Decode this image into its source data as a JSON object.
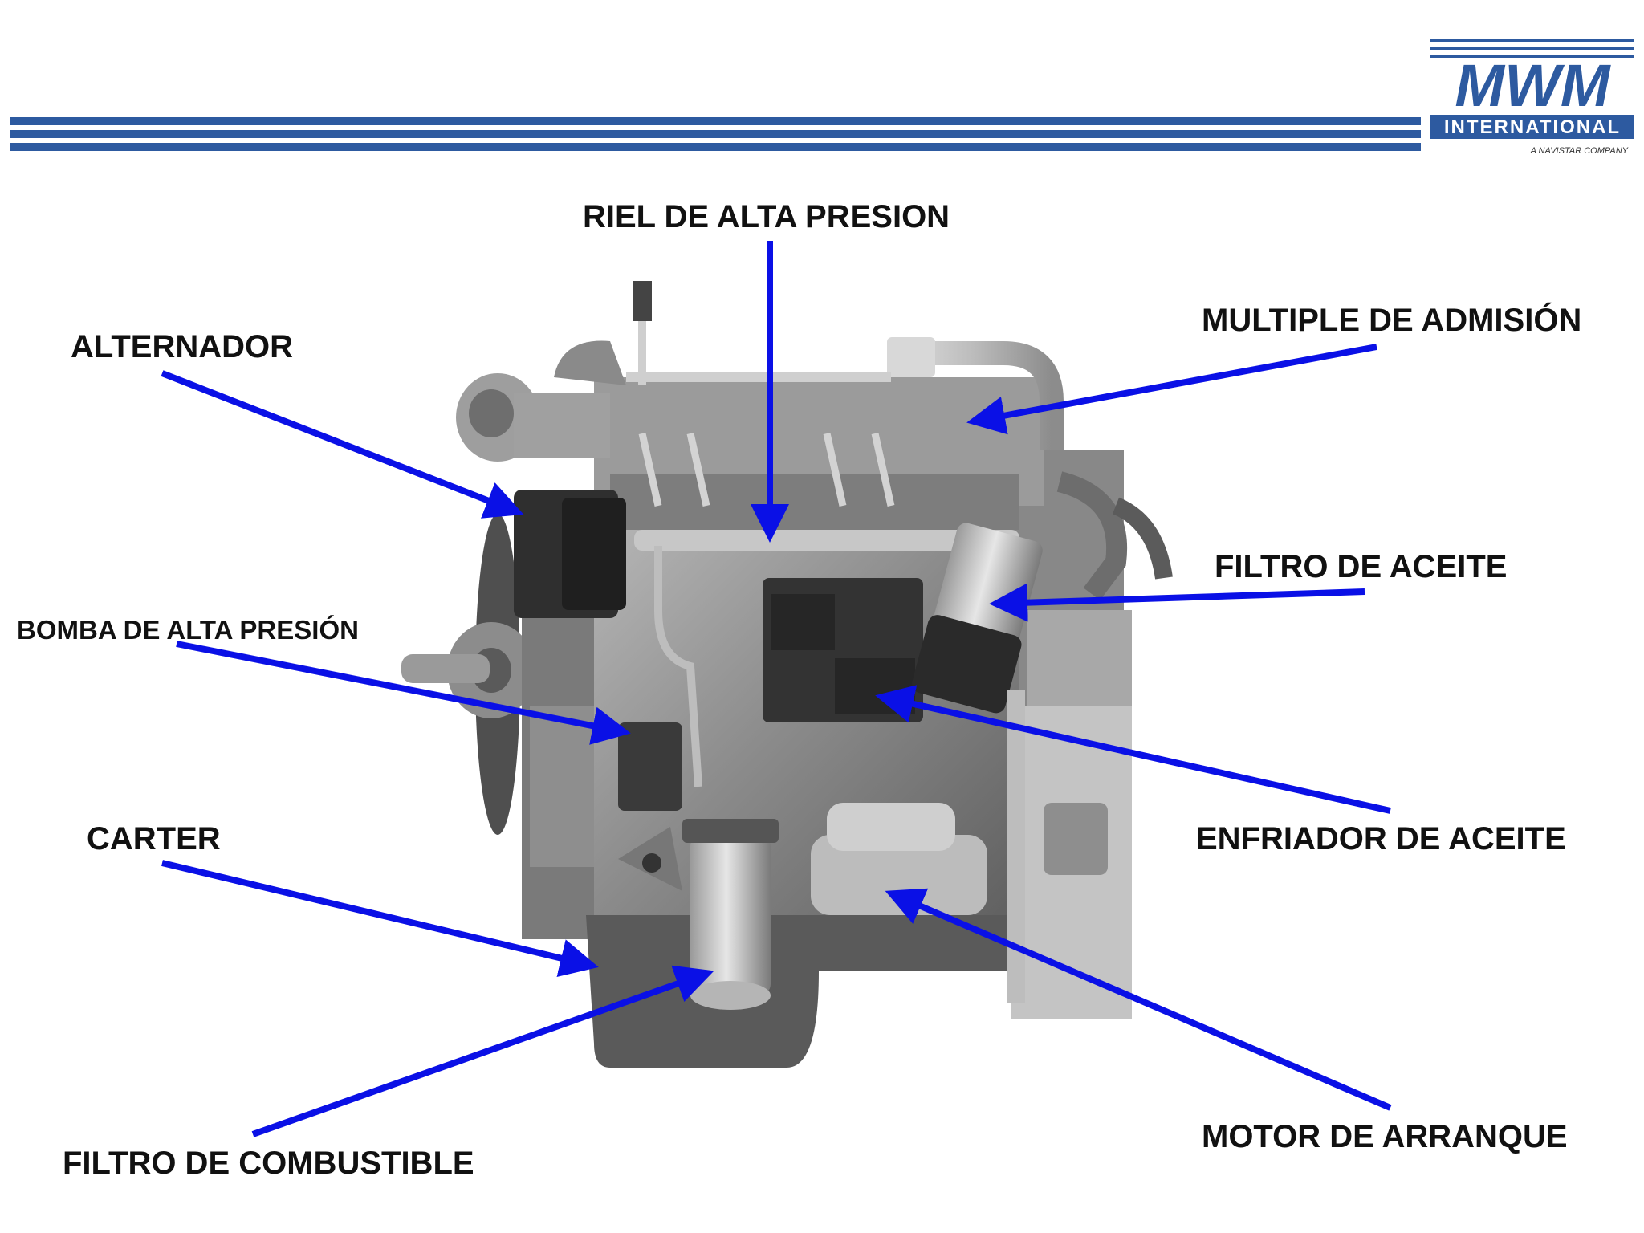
{
  "header": {
    "logo": {
      "wordmark": "MWM",
      "subtitle": "INTERNATIONAL",
      "tagline": "A NAVISTAR COMPANY"
    }
  },
  "diagram": {
    "labels": {
      "riel": "RIEL DE ALTA PRESION",
      "alternador": "ALTERNADOR",
      "multiple": "MULTIPLE DE ADMISIÓN",
      "filtro_aceite": "FILTRO DE ACEITE",
      "bomba": "BOMBA DE ALTA PRESIÓN",
      "carter": "CARTER",
      "enfriador": "ENFRIADOR DE ACEITE",
      "motor_arranque": "MOTOR DE ARRANQUE",
      "filtro_combustible": "FILTRO DE COMBUSTIBLE"
    }
  },
  "colors": {
    "brand_blue": "#2d5aa0",
    "arrow_blue": "#0a10e6"
  }
}
